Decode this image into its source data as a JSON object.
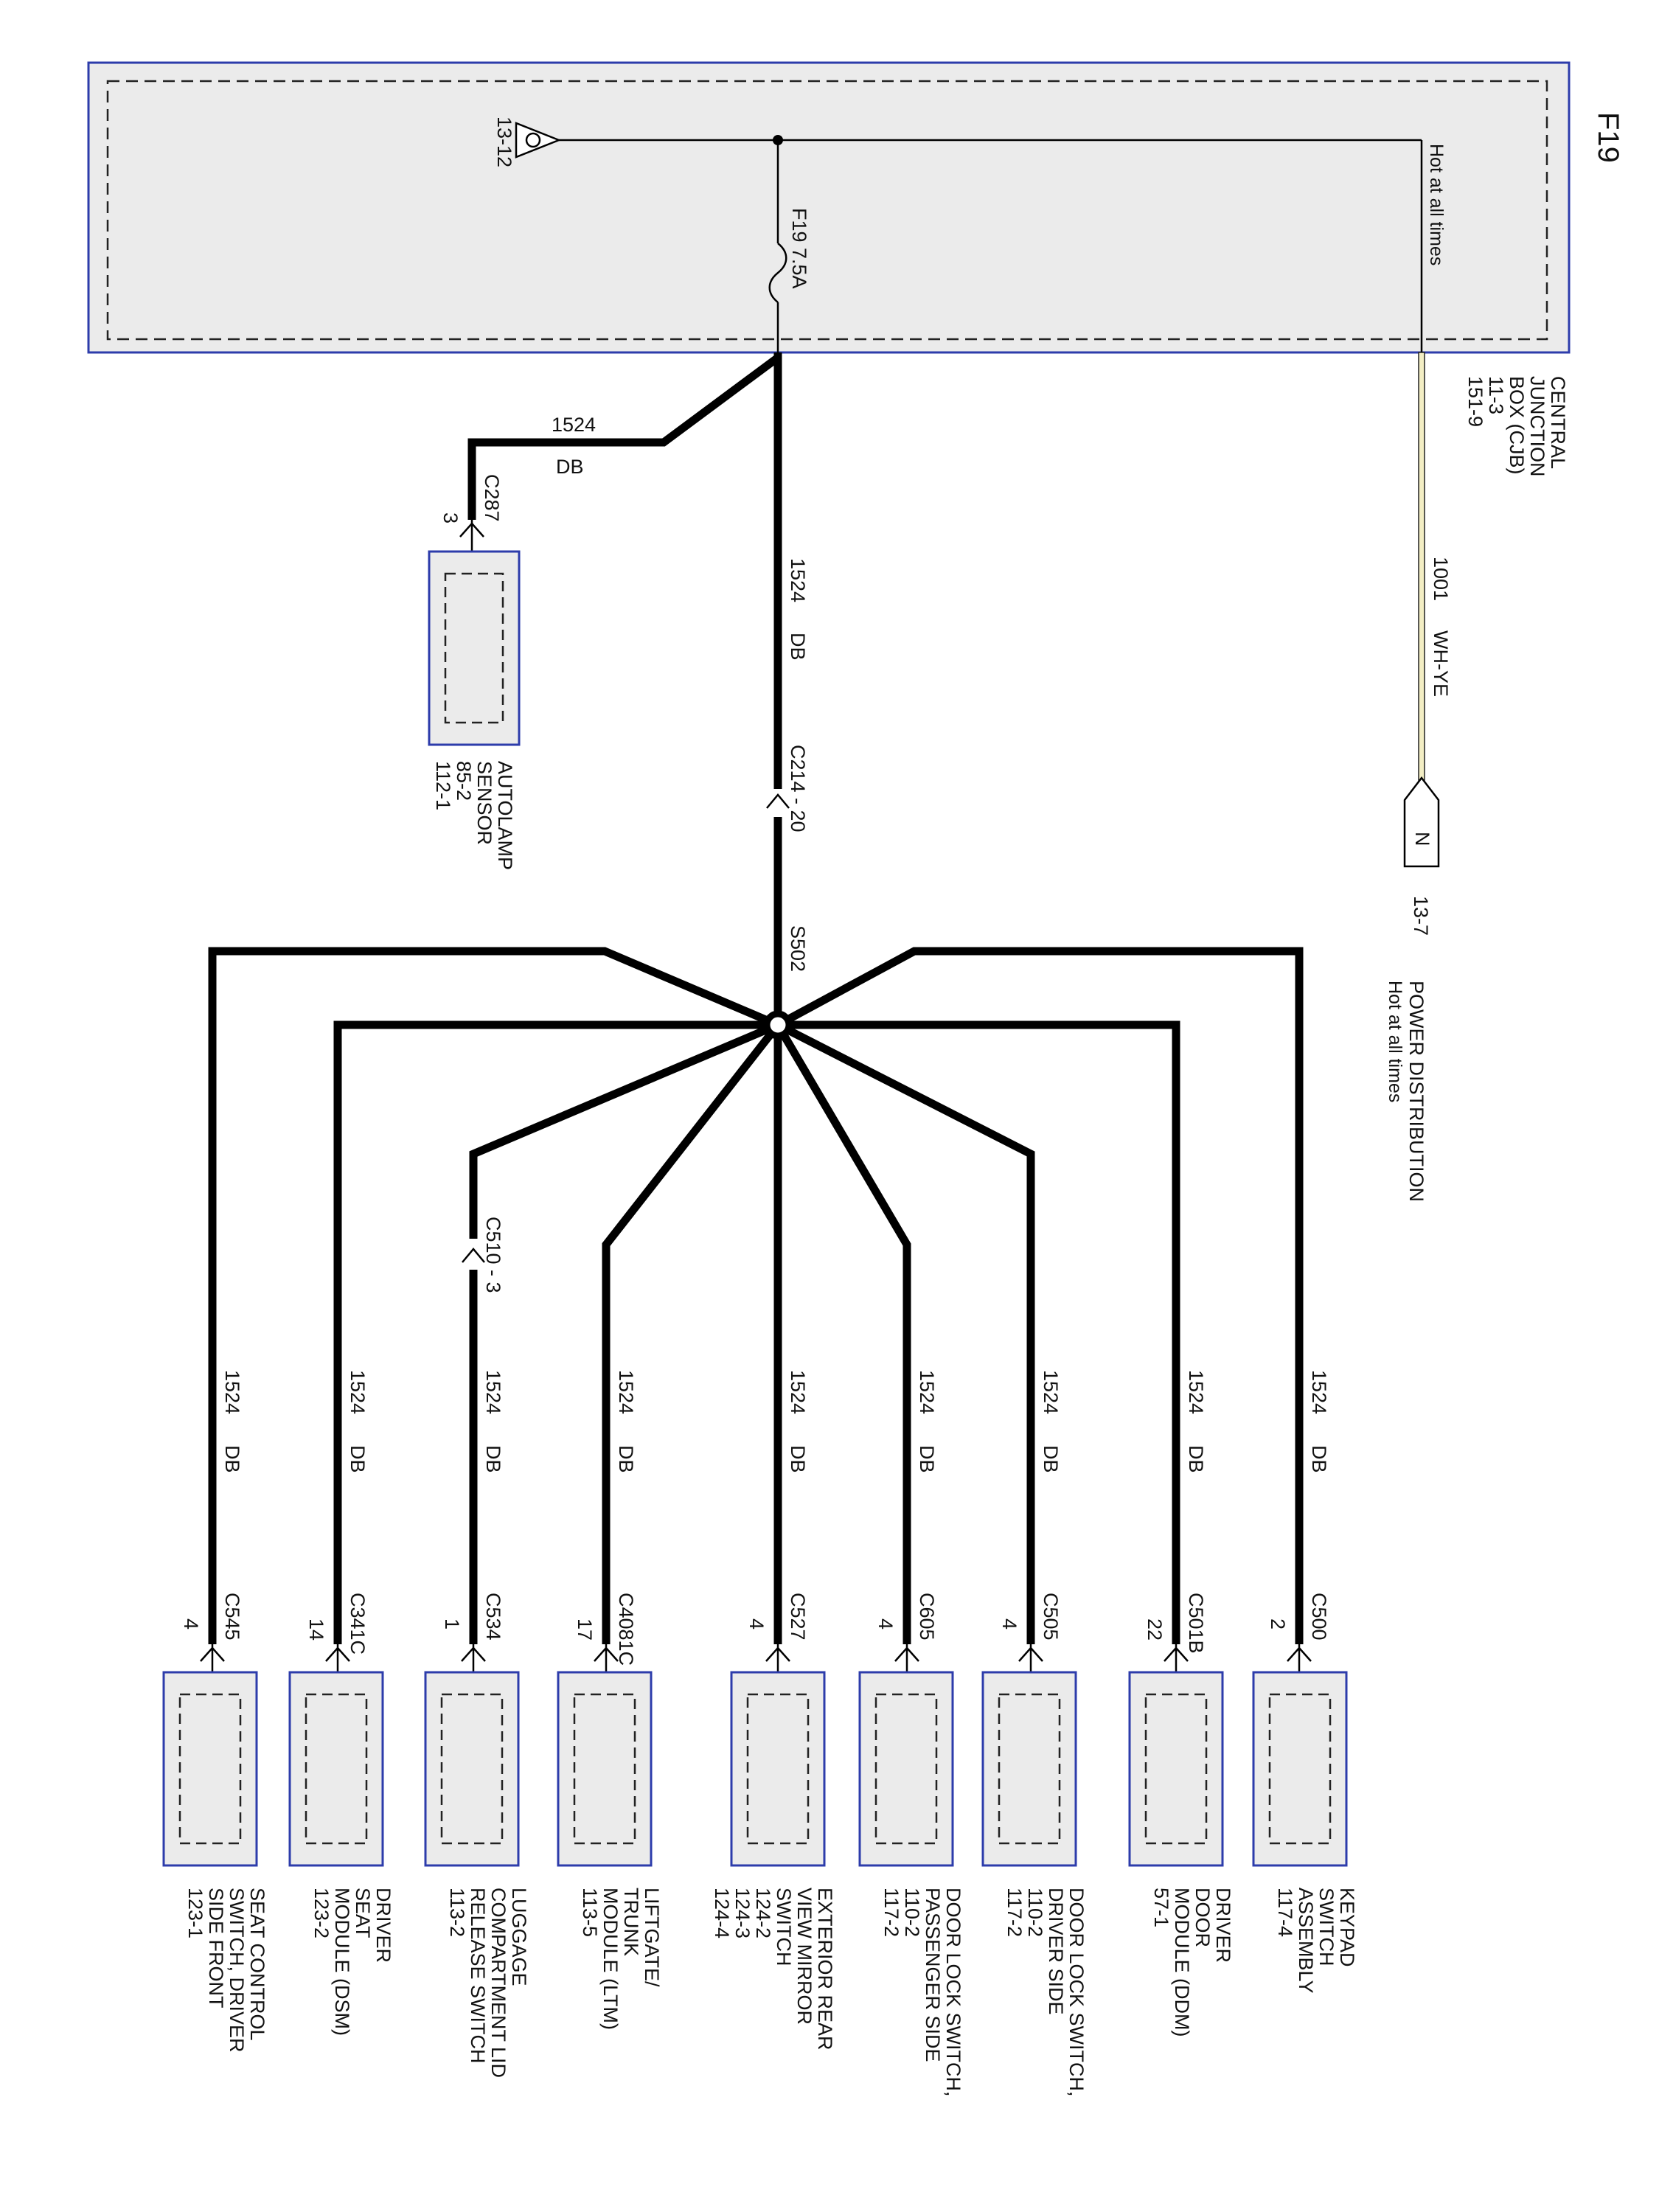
{
  "page_title": "F19",
  "cjb": {
    "hot_label": "Hot at all times",
    "fuse_label": "F19  7.5A",
    "ground_ref": "13-12",
    "name_lines": [
      "CENTRAL",
      "JUNCTION",
      "BOX (CJB)",
      "11-3",
      "151-9"
    ]
  },
  "feed": {
    "circuit": "1001",
    "color": "WH-YE",
    "connector_letter": "N",
    "connector_ref": "13-7",
    "dist_lines": [
      "POWER DISTRIBUTION",
      "Hot at all times"
    ]
  },
  "main_wire": {
    "circuit": "1524",
    "color": "DB",
    "inline_connector": "C214 - 20",
    "splice": "S502"
  },
  "autolamp": {
    "circuit": "1524",
    "color": "DB",
    "connector": "C287",
    "pin": "3",
    "name_lines": [
      "AUTOLAMP",
      "SENSOR",
      "85-2",
      "112-1"
    ]
  },
  "branches": [
    {
      "circuit": "1524",
      "color": "DB",
      "connector": "C545",
      "pin": "4",
      "inline": "",
      "name_lines": [
        "SEAT CONTROL",
        "SWITCH, DRIVER",
        "SIDE FRONT",
        "123-1"
      ]
    },
    {
      "circuit": "1524",
      "color": "DB",
      "connector": "C341C",
      "pin": "14",
      "inline": "",
      "name_lines": [
        "DRIVER",
        "SEAT",
        "MODULE (DSM)",
        "123-2"
      ]
    },
    {
      "circuit": "1524",
      "color": "DB",
      "connector": "C534",
      "pin": "1",
      "inline": "C510 - 3",
      "name_lines": [
        "LUGGAGE",
        "COMPARTMENT LID",
        "RELEASE SWITCH",
        "113-2"
      ]
    },
    {
      "circuit": "1524",
      "color": "DB",
      "connector": "C4081C",
      "pin": "17",
      "inline": "",
      "name_lines": [
        "LIFTGATE/",
        "TRUNK",
        "MODULE (LTM)",
        "113-5"
      ]
    },
    {
      "circuit": "1524",
      "color": "DB",
      "connector": "C527",
      "pin": "4",
      "inline": "",
      "name_lines": [
        "EXTERIOR REAR",
        "VIEW MIRROR",
        "SWITCH",
        "124-2",
        "124-3",
        "124-4"
      ]
    },
    {
      "circuit": "1524",
      "color": "DB",
      "connector": "C605",
      "pin": "4",
      "inline": "",
      "name_lines": [
        "DOOR LOCK SWITCH,",
        "PASSENGER SIDE",
        "110-2",
        "117-2"
      ]
    },
    {
      "circuit": "1524",
      "color": "DB",
      "connector": "C505",
      "pin": "4",
      "inline": "",
      "name_lines": [
        "DOOR LOCK SWITCH,",
        "DRIVER SIDE",
        "110-2",
        "117-2"
      ]
    },
    {
      "circuit": "1524",
      "color": "DB",
      "connector": "C501B",
      "pin": "22",
      "inline": "",
      "name_lines": [
        "DRIVER",
        "DOOR",
        "MODULE (DDM)",
        "57-1"
      ]
    },
    {
      "circuit": "1524",
      "color": "DB",
      "connector": "C500",
      "pin": "2",
      "inline": "",
      "name_lines": [
        "KEYPAD",
        "SWITCH",
        "ASSEMBLY",
        "117-4"
      ]
    }
  ]
}
